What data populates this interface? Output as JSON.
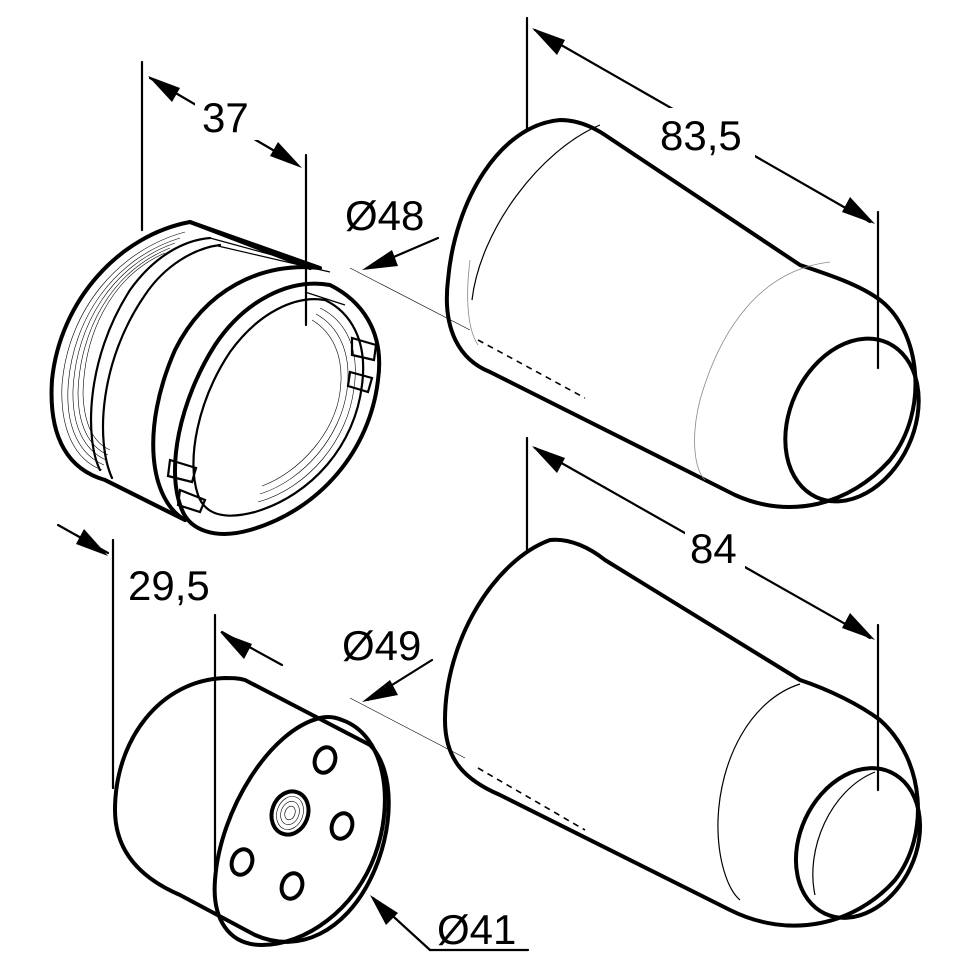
{
  "dimensions": {
    "d37": "37",
    "d83_5": "83,5",
    "d48": "Ø48",
    "d29_5": "29,5",
    "d84": "84",
    "d49": "Ø49",
    "d41": "Ø41"
  }
}
